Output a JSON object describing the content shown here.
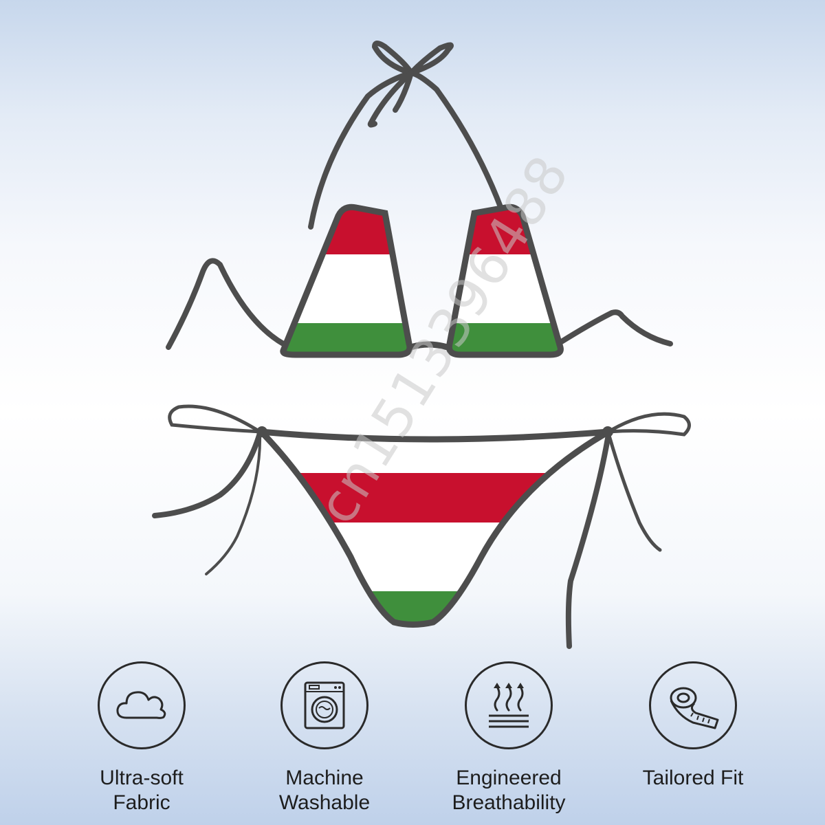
{
  "watermark": "cn1513396488",
  "colors": {
    "red": "#c8102e",
    "white": "#ffffff",
    "green": "#3f8f3c",
    "trim": "#4d4d4d"
  },
  "features": [
    {
      "icon": "cloud-icon",
      "line1": "Ultra-soft",
      "line2": "Fabric"
    },
    {
      "icon": "washing-machine-icon",
      "line1": "Machine",
      "line2": "Washable"
    },
    {
      "icon": "breathability-icon",
      "line1": "Engineered",
      "line2": "Breathability"
    },
    {
      "icon": "measuring-tape-icon",
      "line1": "Tailored Fit",
      "line2": ""
    }
  ]
}
